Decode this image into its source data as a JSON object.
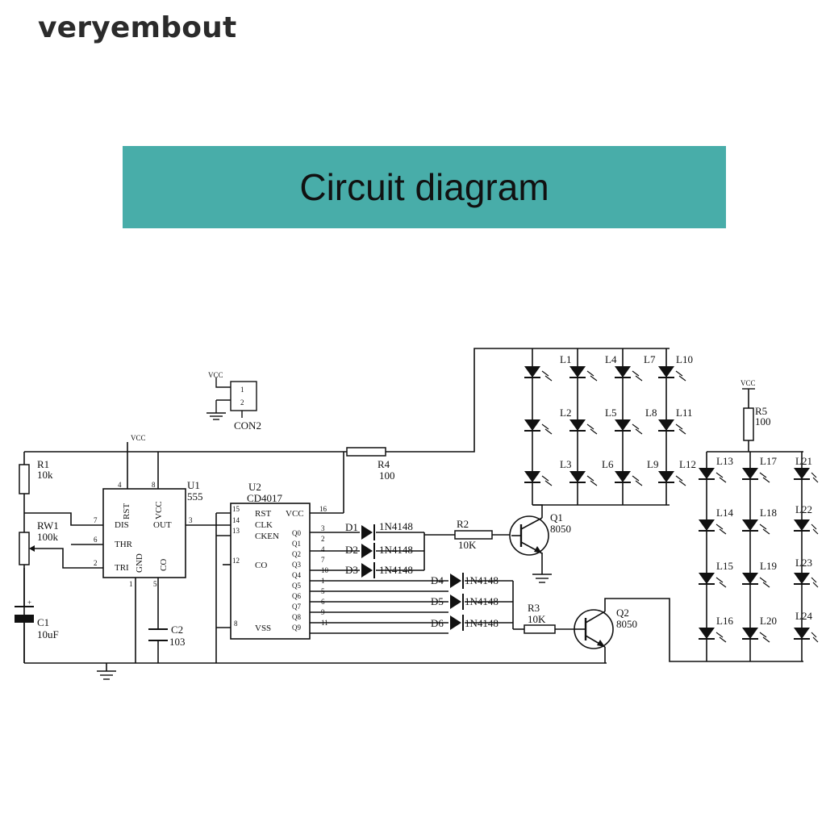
{
  "brand": {
    "name": "veryembout"
  },
  "banner": {
    "title": "Circuit diagram",
    "color": "#48ada9"
  },
  "schematic": {
    "connector": {
      "vcc": "VCC",
      "pin1": "1",
      "pin2": "2",
      "name": "CON2"
    },
    "vcc_labels": {
      "timer": "VCC",
      "right": "VCC"
    },
    "r1": {
      "name": "R1",
      "value": "10k"
    },
    "rw1": {
      "name": "RW1",
      "value": "100k"
    },
    "c1": {
      "name": "C1",
      "value": "10uF"
    },
    "c2": {
      "name": "C2",
      "value": "103"
    },
    "u1": {
      "name": "U1",
      "type": "555",
      "pins": {
        "rst": "RST",
        "vcc": "VCC",
        "dis": "DIS",
        "out": "OUT",
        "thr": "THR",
        "tri": "TRI",
        "gnd": "GND",
        "co": "CO"
      },
      "pin_numbers": {
        "p4": "4",
        "p8": "8",
        "p7": "7",
        "p3": "3",
        "p6": "6",
        "p2": "2",
        "p1": "1",
        "p5": "5"
      }
    },
    "u2": {
      "name": "U2",
      "type": "CD4017",
      "left_pins": [
        "RST",
        "CLK",
        "CKEN",
        "CO",
        "VSS"
      ],
      "left_numbers": [
        "15",
        "14",
        "13",
        "12",
        "8"
      ],
      "vcc_pin": "VCC",
      "vcc_number": "16",
      "outputs": [
        "Q0",
        "Q1",
        "Q2",
        "Q3",
        "Q4",
        "Q5",
        "Q6",
        "Q7",
        "Q8",
        "Q9"
      ],
      "output_numbers": [
        "3",
        "2",
        "4",
        "7",
        "10",
        "1",
        "5",
        "6",
        "9",
        "11"
      ]
    },
    "r4": {
      "name": "R4",
      "value": "100"
    },
    "r2": {
      "name": "R2",
      "value": "10K"
    },
    "r3": {
      "name": "R3",
      "value": "10K"
    },
    "r5": {
      "name": "R5",
      "value": "100"
    },
    "q1": {
      "name": "Q1",
      "type": "8050"
    },
    "q2": {
      "name": "Q2",
      "type": "8050"
    },
    "diodes": [
      {
        "name": "D1",
        "type": "1N4148"
      },
      {
        "name": "D2",
        "type": "1N4148"
      },
      {
        "name": "D3",
        "type": "1N4148"
      },
      {
        "name": "D4",
        "type": "1N4148"
      },
      {
        "name": "D5",
        "type": "1N4148"
      },
      {
        "name": "D6",
        "type": "1N4148"
      }
    ],
    "leds_group1": [
      "L1",
      "L4",
      "L7",
      "L10",
      "L2",
      "L5",
      "L8",
      "L11",
      "L3",
      "L6",
      "L9",
      "L12"
    ],
    "leds_group2": [
      "L13",
      "L17",
      "L21",
      "L14",
      "L18",
      "L22",
      "L15",
      "L19",
      "L23",
      "L16",
      "L20",
      "L24"
    ]
  }
}
